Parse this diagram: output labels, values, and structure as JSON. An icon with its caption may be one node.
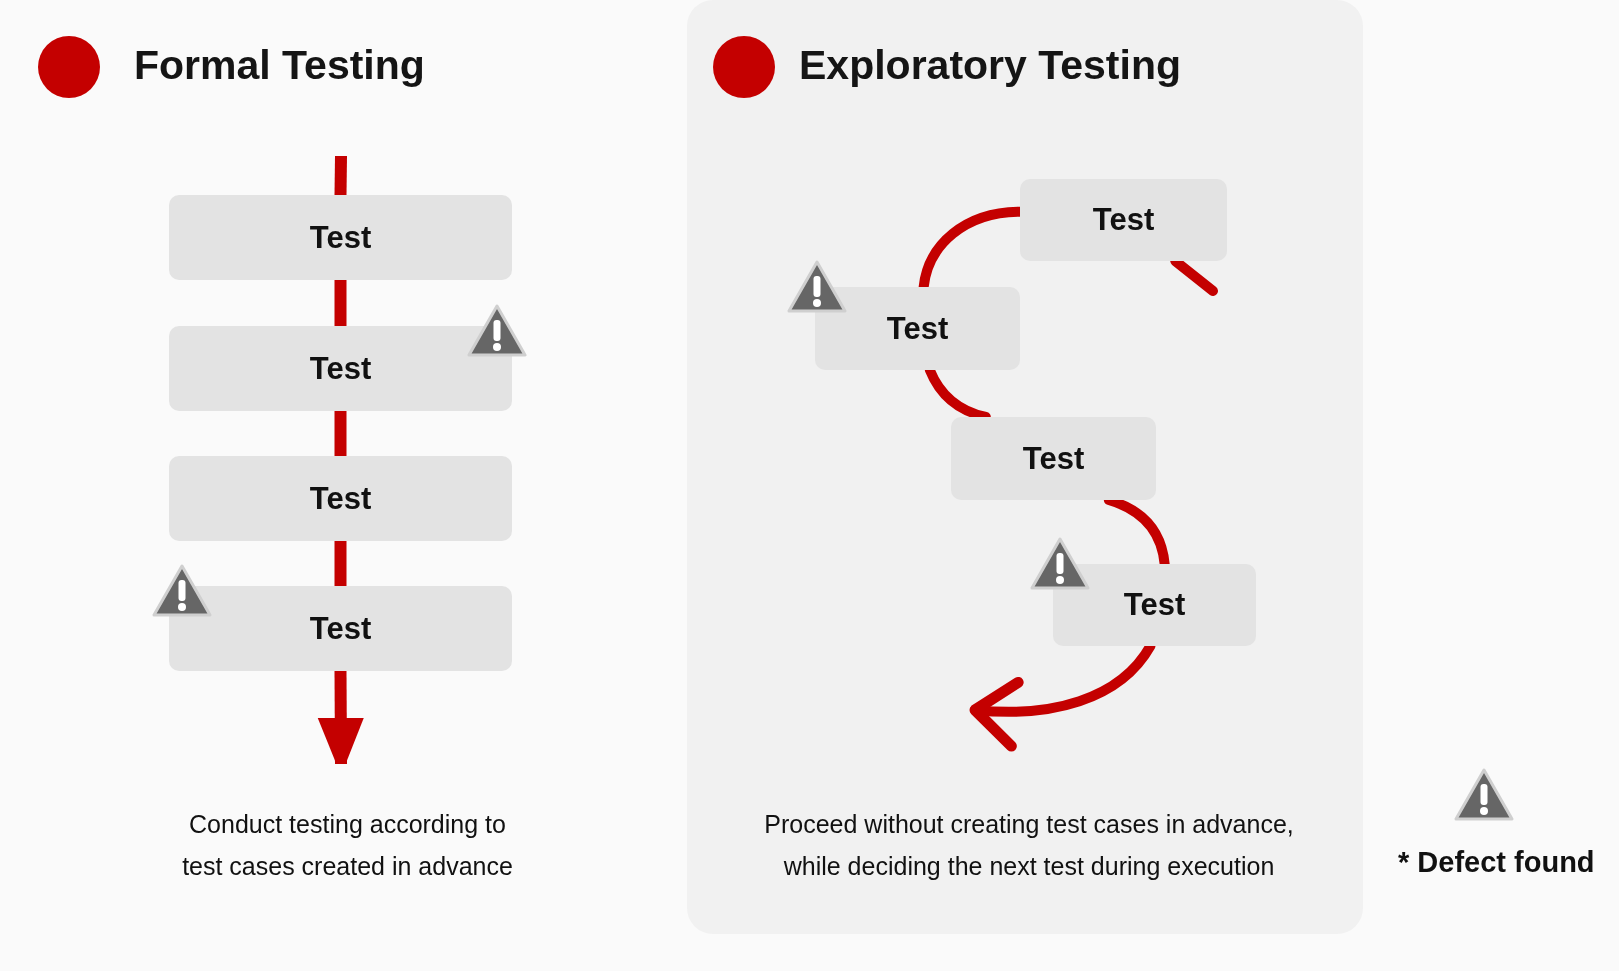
{
  "diagram": {
    "nodes": [
      {
        "text": [
          "Test"
        ]
      },
      {
        "text": [
          "Test"
        ]
      },
      {
        "text": [
          "Test"
        ]
      },
      {
        "text": [
          "Test"
        ]
      },
      {
        "text": [
          "Exploratory Testing",
          "Proceed without creating test cases in advance, while deciding the next test during execution"
        ]
      },
      {
        "text": [
          "Test"
        ],
        "in": 4
      },
      {
        "text": [
          "Test"
        ],
        "in": 4
      },
      {
        "text": [
          "Test"
        ],
        "in": 4
      },
      {
        "text": [
          "Test"
        ],
        "in": 4
      }
    ],
    "edges": [
      {
        "from": null,
        "to": 0,
        "arrow": "none"
      },
      {
        "from": 0,
        "to": 1,
        "arrow": "none"
      },
      {
        "from": 1,
        "to": 2,
        "arrow": "none"
      },
      {
        "from": 2,
        "to": 3,
        "arrow": "none"
      },
      {
        "from": 3,
        "to": null,
        "arrow": "to"
      },
      {
        "from": null,
        "to": 5,
        "arrow": "none"
      },
      {
        "from": 5,
        "to": 6,
        "arrow": "none"
      },
      {
        "from": 6,
        "to": 7,
        "arrow": "none"
      },
      {
        "from": 7,
        "to": 8,
        "arrow": "none"
      },
      {
        "from": 8,
        "to": null,
        "arrow": "to"
      }
    ],
    "labels": [
      "Formal Testing",
      "Conduct testing according to test cases created in advance"
    ],
    "legend": [
      {
        "text": "* Defect found"
      }
    ]
  }
}
